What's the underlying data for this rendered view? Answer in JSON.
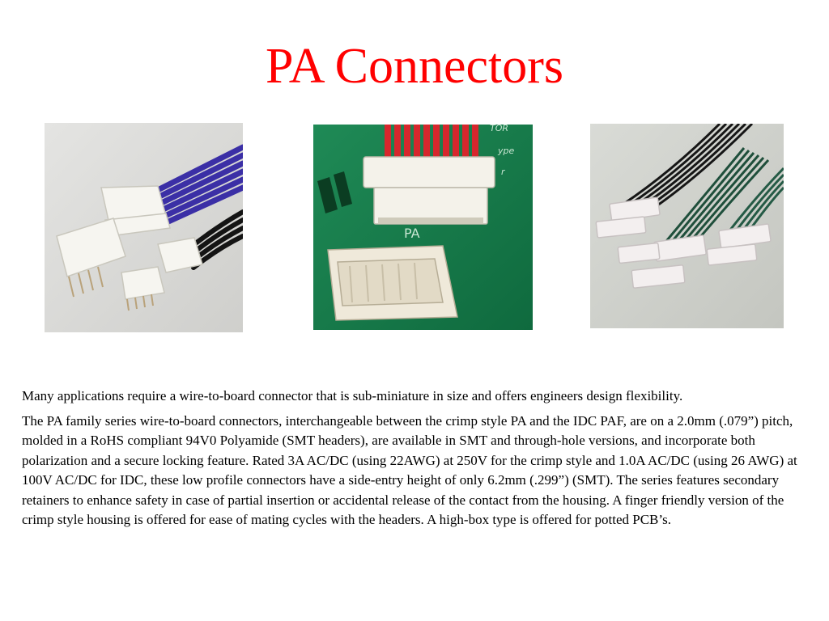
{
  "slide": {
    "title": "PA Connectors",
    "title_color": "#ff0000"
  },
  "photos": [
    {
      "icon": "connector-photo-blue-black-wires"
    },
    {
      "icon": "connector-photo-green-pcb-red-wires"
    },
    {
      "icon": "connector-photo-idc-ribbon-cables"
    }
  ],
  "photo2_board_text": {
    "label": "PA",
    "fragment_1": "TOR",
    "fragment_2": "ype",
    "fragment_3": "r"
  },
  "body": {
    "paragraph_1": "Many applications require a wire-to-board connector that is sub-miniature in size and offers engineers design flexibility.",
    "paragraph_2": "The PA family series wire-to-board connectors, interchangeable between the crimp style PA and the IDC PAF, are on a 2.0mm (.079”) pitch, molded in a RoHS compliant 94V0 Polyamide (SMT headers), are available in SMT and through-hole versions, and incorporate both polarization and a secure locking feature. Rated 3A AC/DC (using 22AWG) at 250V for the crimp style and 1.0A AC/DC (using 26 AWG) at 100V AC/DC for IDC, these low profile connectors have a side-entry height of only 6.2mm (.299”) (SMT). The series features secondary retainers to enhance safety in case of partial insertion or accidental release of the contact from the housing. A finger friendly version of the crimp style housing is offered for ease of mating cycles with the headers. A high-box type is offered for potted PCB’s."
  }
}
